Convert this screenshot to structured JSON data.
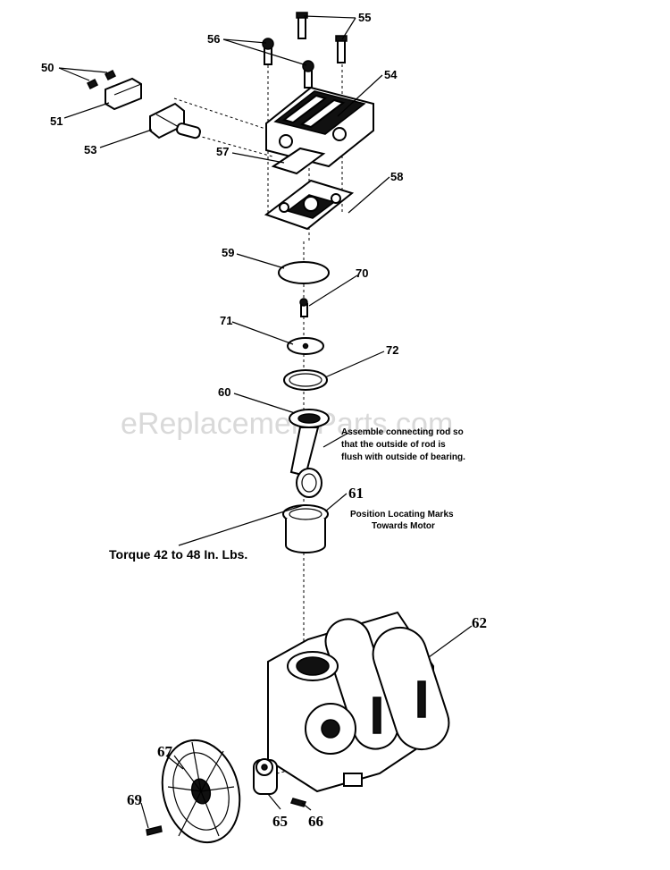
{
  "watermark": "eReplacementParts.com",
  "callouts": {
    "p50": "50",
    "p51": "51",
    "p53": "53",
    "p54": "54",
    "p55": "55",
    "p56": "56",
    "p57": "57",
    "p58": "58",
    "p59": "59",
    "p60": "60",
    "p61": "61",
    "p62": "62",
    "p65": "65",
    "p66": "66",
    "p67": "67",
    "p69": "69",
    "p70": "70",
    "p71": "71",
    "p72": "72"
  },
  "notes": {
    "connecting_rod": [
      "Assemble connecting rod so",
      "that the outside of rod is",
      "flush with outside of bearing."
    ],
    "position_marks": [
      "Position Locating Marks",
      "Towards Motor"
    ],
    "torque": "Torque  42 to 48 In. Lbs."
  }
}
